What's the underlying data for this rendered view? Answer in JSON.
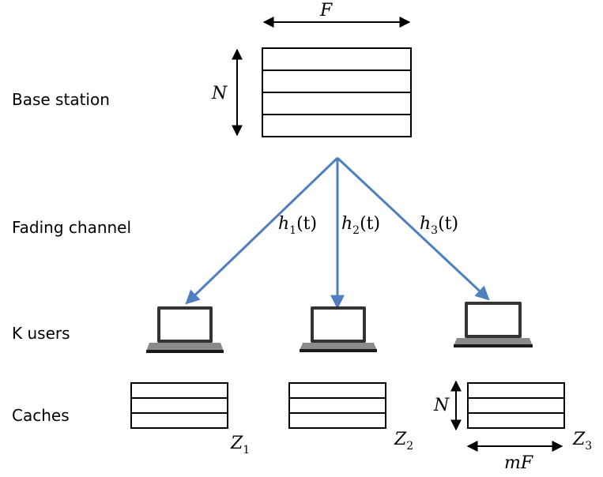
{
  "row_labels": {
    "base_station": "Base station",
    "fading_channel": "Fading channel",
    "k_users": "K users",
    "caches": "Caches"
  },
  "base_station": {
    "width_label": "F",
    "height_label": "N",
    "rows": 4
  },
  "channels": [
    {
      "base": "h",
      "sub": "1",
      "arg": "(t)"
    },
    {
      "base": "h",
      "sub": "2",
      "arg": "(t)"
    },
    {
      "base": "h",
      "sub": "3",
      "arg": "(t)"
    }
  ],
  "users": 3,
  "caches": [
    {
      "base": "Z",
      "sub": "1",
      "rows": 3
    },
    {
      "base": "Z",
      "sub": "2",
      "rows": 3
    },
    {
      "base": "Z",
      "sub": "3",
      "rows": 3
    }
  ],
  "cache_dims": {
    "height_label": "N",
    "width_label": "mF"
  },
  "colors": {
    "channel": "#4f7fbf",
    "laptop_screen": "#333333",
    "laptop_base": "#1a1a1a"
  }
}
